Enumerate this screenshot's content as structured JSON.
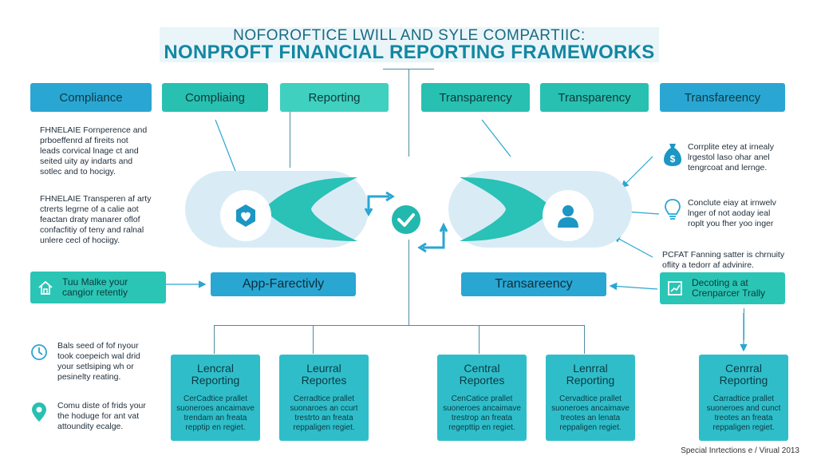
{
  "title": {
    "top": "NOFOROFTICE LWILL AND SYLE COMPARTIIC:",
    "main": "NONPROFT FINANCIAL REPORTING FRAMEWORKS"
  },
  "tabs": [
    "Compliance",
    "Compliaing",
    "Reporting",
    "Transparency",
    "Transparency",
    "Transfareency"
  ],
  "left_texts": [
    "FHNELAIE Fornperence and\nprboeffenrd af fireits not\nleads corvical lnage ct and\nseited uity ay indarts and\nsotlec and to hocigy.",
    "FHNELAIE Transperen af arty\nctrerts legrne of a calie aot\nfeactan draty manarer oflof\nconfacfitiy of teny and ralnal\nunlere cecl of hociigy.",
    "Bals seed of fof nyour\ntook coepeich wal drid\nyour setlsiping wh or\npesinelty reating.",
    "Comu diste of frids your\nthe hoduge for ant vat\nattoundity ecalge."
  ],
  "left_badge": "Tuu Malke your\ncangior retentiy",
  "right_texts": [
    "Corrplite etey at irnealy\nlrgestol laso ohar anel\ntengrcoat and lernge.",
    "Conclute eiay at irnwelv\nlnger of not aoday ieal\nroplt you fher yoo inger",
    "PCFAT Fanning satter is chrnuity\noflity a tedorr af advinire."
  ],
  "right_badge": "Decoting a at\nCrenparcer Trally",
  "center_left_label": "App-Farectivly",
  "center_right_label": "Transareency",
  "cards": [
    {
      "title": "Lencral\nReporting",
      "body": "CerCadtice prallet\nsuoneroes ancaimave\ntrendam an freata\nrepptip en regiet."
    },
    {
      "title": "Leurral\nReportes",
      "body": "Cerradtice prallet\nsuonaroes an ccurt\ntrestrto an freata\nreppaligen regiet."
    },
    {
      "title": "Central\nReportes",
      "body": "CenCatice prallet\nsuoneroes ancaimave\ntrestrop an freata\nregepttip en regiet."
    },
    {
      "title": "Lenrral\nReporting",
      "body": "Cervadtice prallet\nsuoneroes ancaimave\ntreotes an lenata\nreppaligen regiet."
    },
    {
      "title": "Cenrral\nReporting",
      "body": "Carradtice prallet\nsuoneroes and cunct\ntreotes an freata\nreppaligen regiet."
    }
  ],
  "footer": "Special Inrtections e / Virual 2013",
  "colors": {
    "blue": "#2aa6d2",
    "teal": "#28c0b1",
    "accent": "#1387a2"
  }
}
